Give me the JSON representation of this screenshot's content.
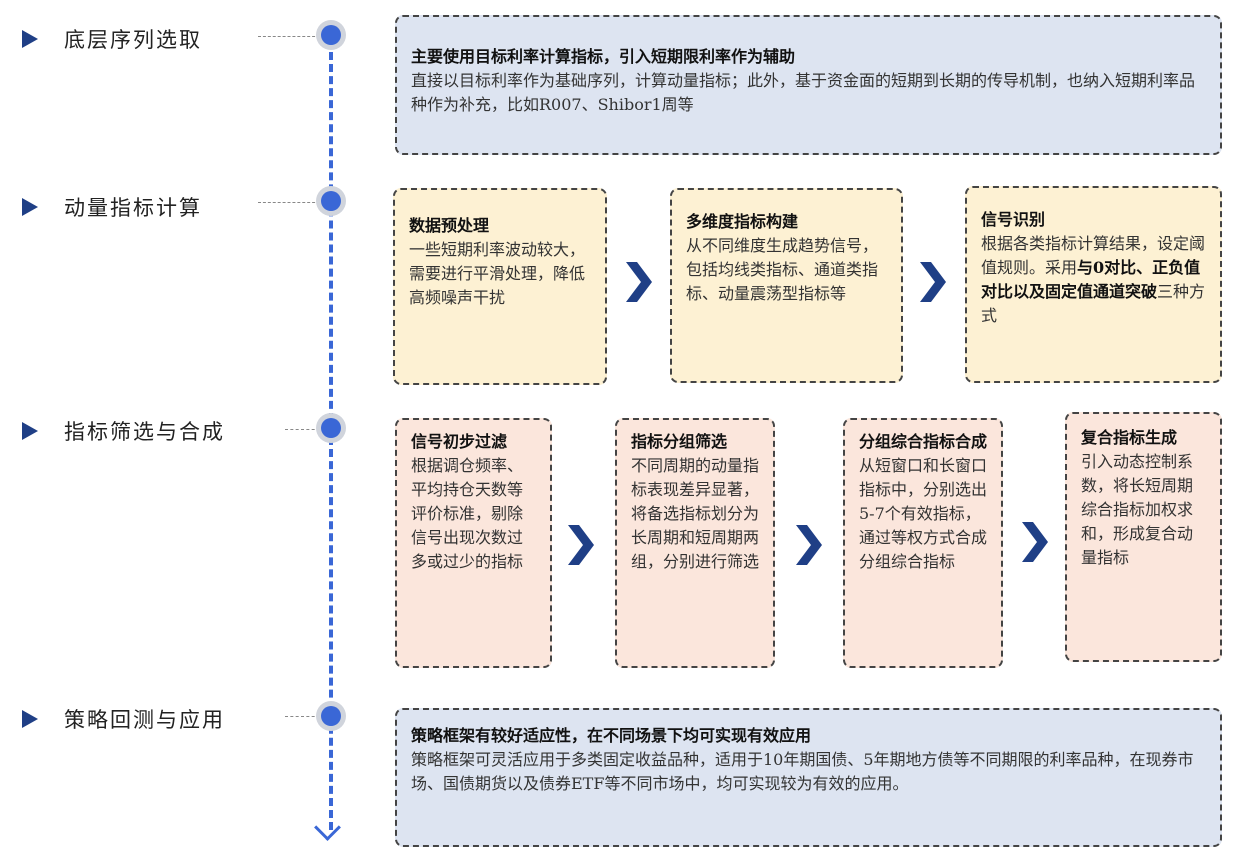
{
  "stages": [
    {
      "label": "底层序列选取"
    },
    {
      "label": "动量指标计算"
    },
    {
      "label": "指标筛选与合成"
    },
    {
      "label": "策略回测与应用"
    }
  ],
  "box1": {
    "title": "主要使用目标利率计算指标，引入短期限利率作为辅助",
    "body": "直接以目标利率作为基础序列，计算动量指标；此外，基于资金面的短期到长期的传导机制，也纳入短期利率品种作为补充，比如R007、Shibor1周等"
  },
  "row2": [
    {
      "title": "数据预处理",
      "body": "一些短期利率波动较大，需要进行平滑处理，降低高频噪声干扰"
    },
    {
      "title": "多维度指标构建",
      "body": "从不同维度生成趋势信号，包括均线类指标、通道类指标、动量震荡型指标等"
    },
    {
      "title": "信号识别",
      "body_pre": "根据各类指标计算结果，设定阈值规则。采用",
      "body_bold": "与0对比、正负值对比以及固定值通道突破",
      "body_post": "三种方式"
    }
  ],
  "row3": [
    {
      "title": "信号初步过滤",
      "body": "根据调仓频率、平均持仓天数等评价标准，剔除信号出现次数过多或过少的指标"
    },
    {
      "title": "指标分组筛选",
      "body": "不同周期的动量指标表现差异显著，将备选指标划分为长周期和短周期两组，分别进行筛选"
    },
    {
      "title": "分组综合指标合成",
      "body": "从短窗口和长窗口指标中，分别选出5-7个有效指标，通过等权方式合成分组综合指标"
    },
    {
      "title": "复合指标生成",
      "body": "引入动态控制系数，将长短周期综合指标加权求和，形成复合动量指标"
    }
  ],
  "box4": {
    "title": "策略框架有较好适应性，在不同场景下均可实现有效应用",
    "body": "策略框架可灵活应用于多类固定收益品种，适用于10年期国债、5年期地方债等不同期限的利率品种，在现券市场、国债期货以及债券ETF等不同市场中，均可实现较为有效的应用。"
  },
  "colors": {
    "accent": "#3a67d6",
    "navy": "#1f3f86",
    "blue_box": "#dde4f1",
    "yellow_box": "#fdf1d3",
    "pink_box": "#fbe6dc"
  }
}
